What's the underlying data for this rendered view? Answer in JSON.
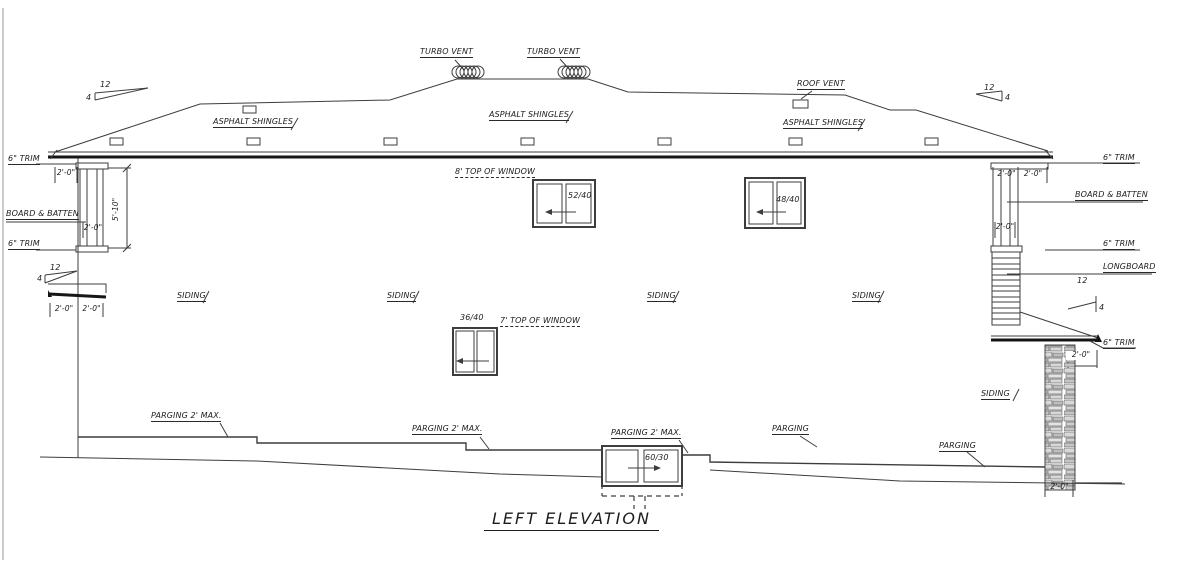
{
  "sheet": {
    "title": "LEFT ELEVATION"
  },
  "roof": {
    "turbo_vent": "TURBO VENT",
    "roof_vent": "ROOF VENT",
    "asphalt_shingles": "ASPHALT SHINGLES",
    "pitch_rise": "12",
    "pitch_run": "4"
  },
  "walls": {
    "trim": "6\" TRIM",
    "board_and_batten": "BOARD & BATTEN",
    "longboard": "LONGBOARD",
    "siding": "SIDING"
  },
  "foundation": {
    "parging": "PARGING",
    "parging_max": "PARGING 2' MAX."
  },
  "windows": {
    "top_of_window_8": "8' TOP OF WINDOW",
    "top_of_window_7": "7' TOP OF WINDOW",
    "w_52_40": "52/40",
    "w_48_40": "48/40",
    "w_36_40": "36/40",
    "w_60_30": "60/30"
  },
  "dimensions": {
    "two_feet": "2'-0\"",
    "five_ten": "5'-10\""
  },
  "colors": {
    "line": "#3d3d3d",
    "line_dark": "#161616",
    "stone": "#cccccc"
  }
}
